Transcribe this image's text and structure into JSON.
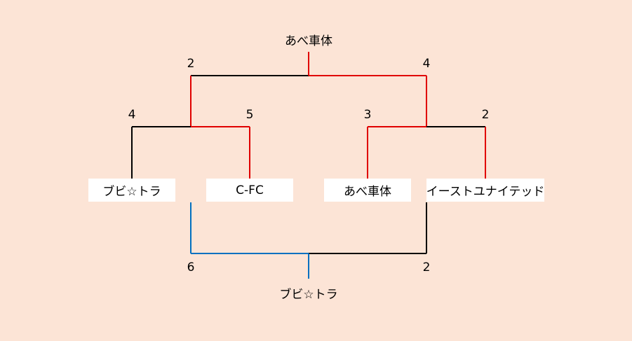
{
  "final": {
    "champion": "あべ車体",
    "left_score": "2",
    "right_score": "4"
  },
  "semifinals": [
    {
      "left_score": "4",
      "right_score": "5"
    },
    {
      "left_score": "3",
      "right_score": "2"
    }
  ],
  "teams": [
    "ブビ☆トラ",
    "C-FC",
    "あべ車体",
    "イーストユナイテッド"
  ],
  "third_place": {
    "winner": "ブビ☆トラ",
    "left_score": "6",
    "right_score": "2"
  },
  "colors": {
    "background": "#fce4d6",
    "winner_path": "#e00000",
    "loser_path": "#000000",
    "third_place_winner_path": "#0070c0"
  }
}
